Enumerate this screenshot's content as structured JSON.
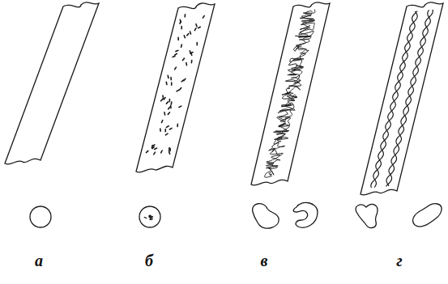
{
  "diagram": {
    "labels": [
      "а",
      "б",
      "в",
      "г"
    ]
  }
}
